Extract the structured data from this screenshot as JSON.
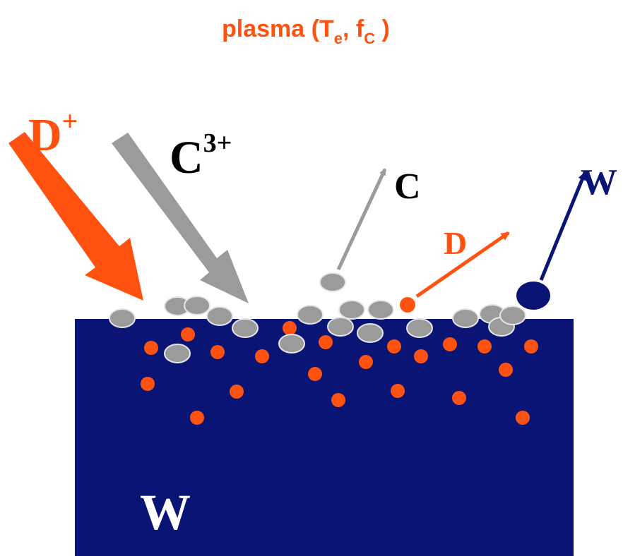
{
  "title": {
    "prefix": "plasma (T",
    "sub_e": "e",
    "middle": ", f",
    "sub_c": "C",
    "suffix": " )"
  },
  "incoming": {
    "deuterium_ion": {
      "base": "D",
      "charge": "+"
    },
    "carbon_ion": {
      "base": "C",
      "charge": "3+"
    }
  },
  "outgoing": {
    "carbon": "C",
    "deuterium": "D",
    "tungsten": "W"
  },
  "bulk_label": "W",
  "colors": {
    "deuterium": "#ff5211",
    "carbon": "#9b9b9b",
    "tungsten": "#0a1475",
    "carbon_outline": "#e6e6e6"
  }
}
